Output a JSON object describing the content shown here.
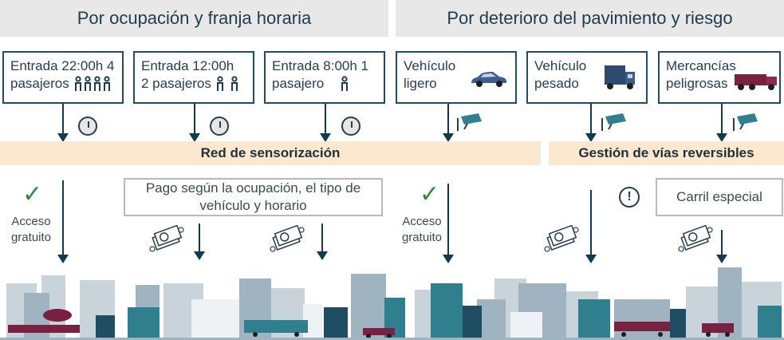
{
  "headers": {
    "left": "Por ocupación y franja horaria",
    "right": "Por deterioro del pavimiento y riesgo"
  },
  "cards": {
    "c1_line1": "Entrada 22:00h 4",
    "c1_line2": "pasajeros",
    "c2_line1": "Entrada 12:00h",
    "c2_line2": "2 pasajeros",
    "c3_line1": "Entrada 8:00h  1",
    "c3_line2": "pasajero",
    "c4_line1": "Vehículo",
    "c4_line2": "ligero",
    "c5_line1": "Vehículo",
    "c5_line2": "pesado",
    "c6_line1": "Mercancías",
    "c6_line2": "peligrosas"
  },
  "bands": {
    "left": "Red de sensorización",
    "right": "Gestión de vías reversibles"
  },
  "notes": {
    "pago": "Pago según la ocupación, el tipo de vehículo y horario",
    "acceso1_line1": "Acceso",
    "acceso1_line2": "gratuito",
    "acceso2_line1": "Acceso",
    "acceso2_line2": "gratuito",
    "carril": "Carril especial",
    "warning_symbol": "!"
  },
  "colors": {
    "navy": "#1f4e63",
    "band": "#fbe8cf",
    "header_bg": "#e8e8e9",
    "teal": "#2f7f8f",
    "check_green": "#2e8b3e",
    "maroon": "#7a2040"
  }
}
